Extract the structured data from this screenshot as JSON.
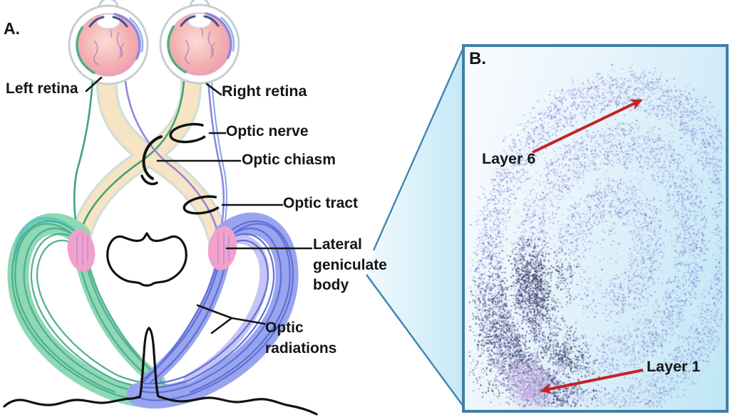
{
  "panel_a": {
    "label": "A.",
    "annotations": {
      "left_retina": "Left retina",
      "right_retina": "Right retina",
      "optic_nerve": "Optic nerve",
      "optic_chiasm": "Optic chiasm",
      "optic_tract": "Optic tract",
      "lateral_geniculate_body": "Lateral geniculate body",
      "optic_radiations": "Optic radiations"
    }
  },
  "panel_b": {
    "label": "B.",
    "annotations": {
      "layer_6": "Layer 6",
      "layer_1": "Layer 1"
    }
  },
  "colors": {
    "label_text": "#151515",
    "pointer_line": "#151515",
    "nerve_bundle_beige": "#F7E4C4",
    "nerve_outline": "#CBD9D0",
    "fiber_green": "#3FA571",
    "fiber_purple": "#9187DC",
    "eye_globe_pink": "#F2A8AC",
    "lgb_pink": "#F2A1CB",
    "radiation_green": "#8FD8B4",
    "radiation_green_stripe": "#4BAE90",
    "radiation_blue": "#98A5EE",
    "radiation_blue_stripe": "#5F6ED6",
    "callout_border": "#4187B5",
    "panel_fill_light": "#F9FCFF",
    "panel_fill_cyan": "#BEE6F6",
    "arrow_red": "#C42323",
    "histology_dot": "#9B9BD6",
    "histology_dot_dark": "#45456E",
    "histology_vessel": "#C8B2E8"
  }
}
